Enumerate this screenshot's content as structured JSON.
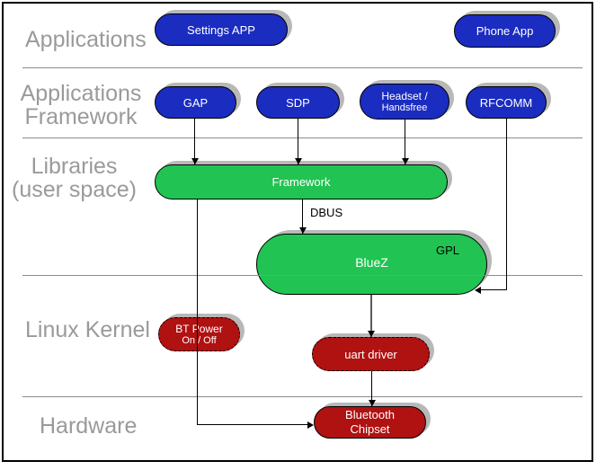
{
  "title": "Bluetooth software stack diagram",
  "colors": {
    "app_blue": "#1b2cc1",
    "lib_green": "#21c452",
    "kernel_red": "#b01111",
    "shadow_gray": "#b8b8b8",
    "layer_label_gray": "#9a9a9a",
    "divider_gray": "#8c8c8c",
    "connector_black": "#000000",
    "connector_gray": "#5a5a5a"
  },
  "layer_labels": {
    "applications": {
      "line1": "Applications"
    },
    "app_framework": {
      "line1": "Applications",
      "line2": "Framework"
    },
    "libraries": {
      "line1": "Libraries",
      "line2": "(user space)"
    },
    "kernel": {
      "line1": "Linux Kernel"
    },
    "hardware": {
      "line1": "Hardware"
    }
  },
  "nodes": {
    "settings_app": {
      "label": "Settings APP"
    },
    "phone_app": {
      "label": "Phone App"
    },
    "gap": {
      "label": "GAP"
    },
    "sdp": {
      "label": "SDP"
    },
    "headset": {
      "line1": "Headset /",
      "line2": "Handsfree"
    },
    "rfcomm": {
      "label": "RFCOMM"
    },
    "framework": {
      "label": "Framework"
    },
    "bluez": {
      "label": "BlueZ",
      "tag": "GPL"
    },
    "bt_power": {
      "line1": "BT Power",
      "line2": "On / Off"
    },
    "uart": {
      "label": "uart driver"
    },
    "chipset": {
      "line1": "Bluetooth",
      "line2": "Chipset"
    }
  },
  "edge_labels": {
    "dbus": "DBUS"
  }
}
